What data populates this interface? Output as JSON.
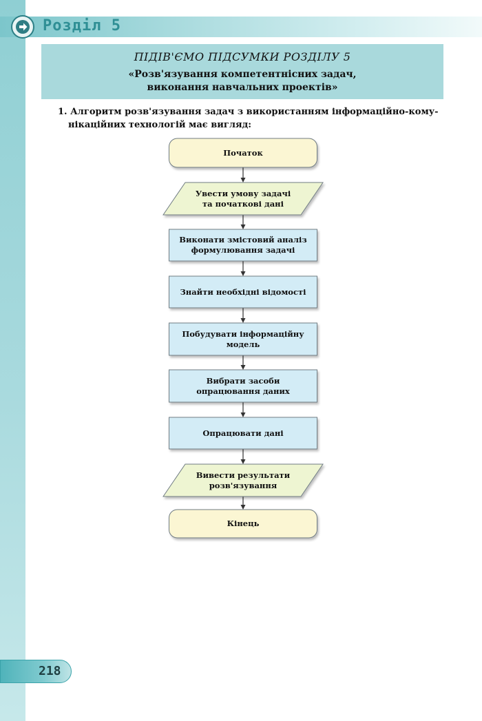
{
  "header": {
    "chapter_label": "Розділ 5"
  },
  "summary": {
    "title": "ПІДІВ'ЄМО ПІДСУМКИ РОЗДІЛУ 5",
    "subtitle_line1": "«Розв'язування компетентнісних задач,",
    "subtitle_line2": "виконання навчальних проектів»"
  },
  "item1": {
    "text": "1. Алгоритм розв'язування задач з використанням інформаційно-кому-нікаційних технологій має вигляд:"
  },
  "flowchart": {
    "nodes": [
      {
        "type": "terminal",
        "text": "Початок"
      },
      {
        "type": "io",
        "text": "Увести умову задачі\nта початкові дані"
      },
      {
        "type": "process",
        "text": "Виконати змістовий аналіз\nформулювання задачі"
      },
      {
        "type": "process",
        "text": "Знайти необхідні відомості"
      },
      {
        "type": "process",
        "text": "Побудувати інформаційну\nмодель"
      },
      {
        "type": "process",
        "text": "Вибрати засоби\nопрацювання даних"
      },
      {
        "type": "process",
        "text": "Опрацювати дані"
      },
      {
        "type": "io",
        "text": "Вивести результати\nрозв'язування"
      },
      {
        "type": "terminal",
        "text": "Кінець"
      }
    ]
  },
  "colors": {
    "terminal_fill": "#fbf6d3",
    "io_fill": "#eef5d2",
    "process_fill": "#d3ecf6",
    "stroke": "#6f7b83",
    "accent": "#2f8f95"
  },
  "footer": {
    "page_number": "218"
  }
}
